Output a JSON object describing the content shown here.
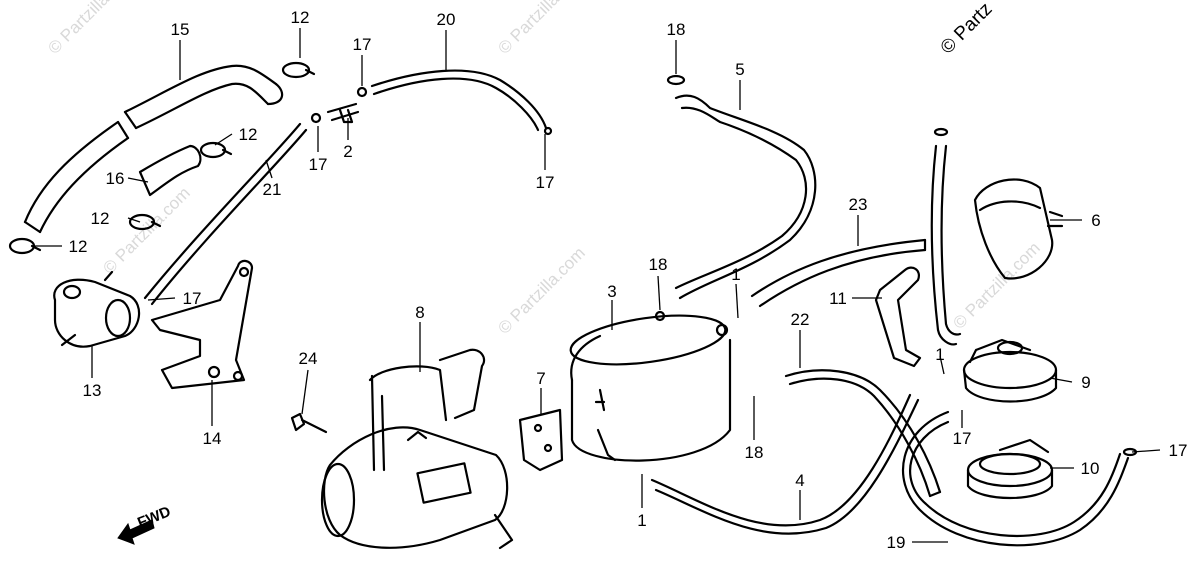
{
  "watermarks": {
    "text": "© Partzilla.com",
    "corner_text": "© Partz"
  },
  "callouts": [
    {
      "id": "c15",
      "label": "15"
    },
    {
      "id": "c12a",
      "label": "12"
    },
    {
      "id": "c17a",
      "label": "17"
    },
    {
      "id": "c20",
      "label": "20"
    },
    {
      "id": "c18a",
      "label": "18"
    },
    {
      "id": "c5",
      "label": "5"
    },
    {
      "id": "c12b",
      "label": "12"
    },
    {
      "id": "c16",
      "label": "16"
    },
    {
      "id": "c17b",
      "label": "17"
    },
    {
      "id": "c2",
      "label": "2"
    },
    {
      "id": "c17c",
      "label": "17"
    },
    {
      "id": "c21",
      "label": "21"
    },
    {
      "id": "c12c",
      "label": "12"
    },
    {
      "id": "c12d",
      "label": "12"
    },
    {
      "id": "c17d",
      "label": "17"
    },
    {
      "id": "c13",
      "label": "13"
    },
    {
      "id": "c14",
      "label": "14"
    },
    {
      "id": "c6",
      "label": "6"
    },
    {
      "id": "c23",
      "label": "23"
    },
    {
      "id": "c18b",
      "label": "18"
    },
    {
      "id": "c1a",
      "label": "1"
    },
    {
      "id": "c3",
      "label": "3"
    },
    {
      "id": "c11",
      "label": "11"
    },
    {
      "id": "c22",
      "label": "22"
    },
    {
      "id": "c1b",
      "label": "1"
    },
    {
      "id": "c9",
      "label": "9"
    },
    {
      "id": "c17e",
      "label": "17"
    },
    {
      "id": "c8",
      "label": "8"
    },
    {
      "id": "c24",
      "label": "24"
    },
    {
      "id": "c7",
      "label": "7"
    },
    {
      "id": "c18c",
      "label": "18"
    },
    {
      "id": "c10",
      "label": "10"
    },
    {
      "id": "c17f",
      "label": "17"
    },
    {
      "id": "c4",
      "label": "4"
    },
    {
      "id": "c1c",
      "label": "1"
    },
    {
      "id": "c19",
      "label": "19"
    }
  ],
  "direction_label": "FWD"
}
